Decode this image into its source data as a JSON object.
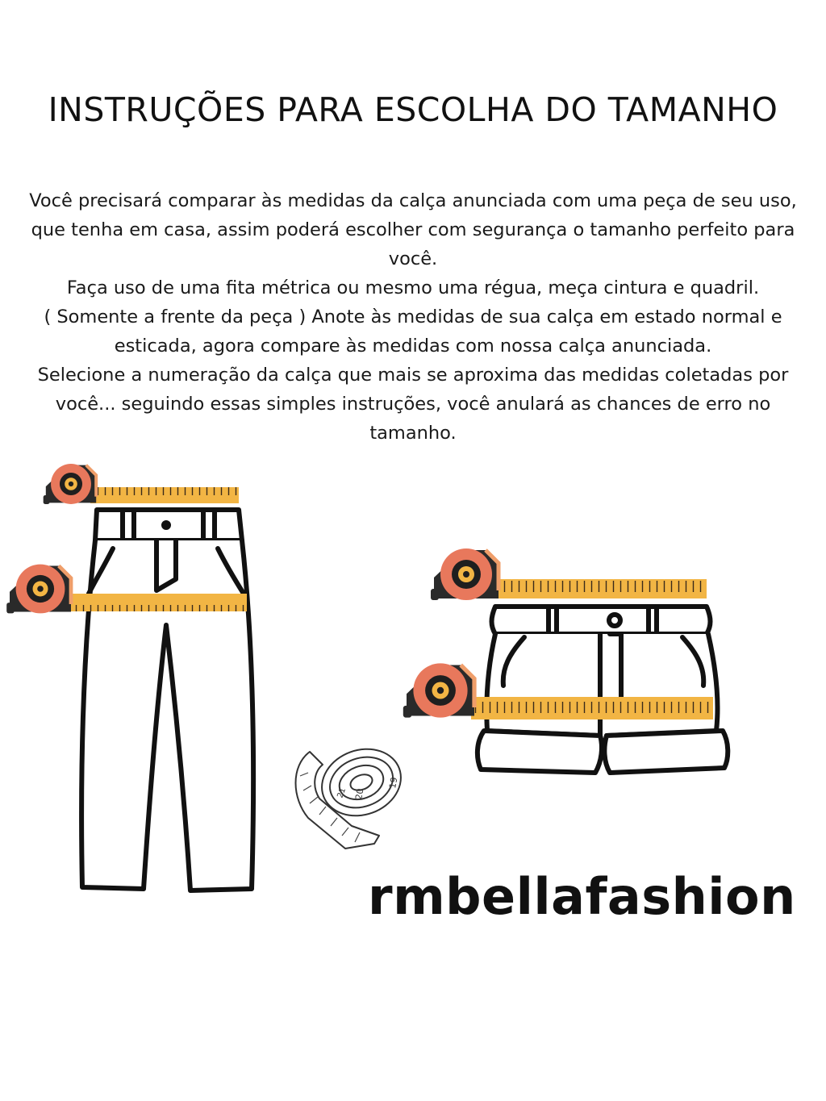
{
  "title": "INSTRUÇÕES PARA ESCOLHA DO TAMANHO",
  "instructions": [
    "Você precisará comparar às medidas da calça anunciada com uma peça de seu uso, que tenha em casa, assim poderá escolher com segurança o tamanho perfeito para você.",
    "Faça uso de uma fita métrica ou mesmo uma régua, meça cintura e quadril.",
    "( Somente a frente da peça ) Anote às medidas de sua calça em estado normal e esticada, agora compare às medidas com nossa calça anunciada.",
    "Selecione a numeração da calça que mais se aproxima das medidas coletadas por você... seguindo essas simples instruções, você anulará as chances de erro no tamanho."
  ],
  "brand": "rmbellafashion",
  "tape_numbers": [
    "19",
    "20",
    "21"
  ],
  "colors": {
    "tape_measure_case": "#e8785c",
    "tape_measure_blade": "#f2b544",
    "text": "#111111"
  },
  "icons": [
    "tape-measure-icon",
    "pants-icon",
    "shorts-icon",
    "tape-roll-icon"
  ]
}
